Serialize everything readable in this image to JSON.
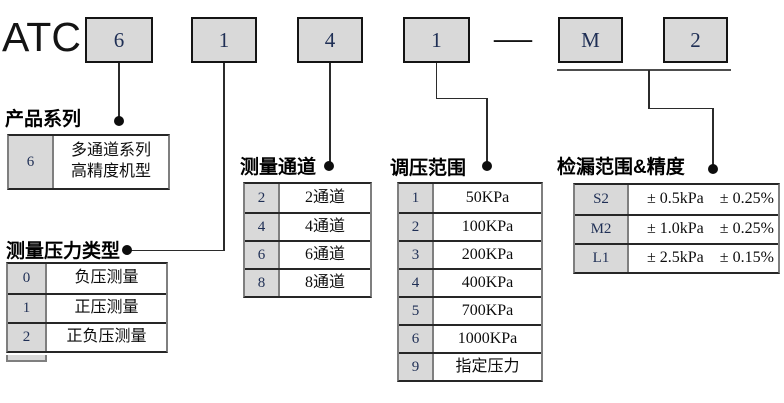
{
  "product_code": {
    "prefix": "ATC",
    "separator": "—",
    "boxes": [
      "6",
      "1",
      "4",
      "1",
      "M",
      "2"
    ]
  },
  "sections": [
    {
      "label": "产品系列",
      "rows": [
        {
          "key": "6",
          "value": "多通道系列\n高精度机型"
        }
      ]
    },
    {
      "label": "测量压力类型",
      "rows": [
        {
          "key": "0",
          "value": "负压测量"
        },
        {
          "key": "1",
          "value": "正压测量"
        },
        {
          "key": "2",
          "value": "正负压测量"
        }
      ]
    },
    {
      "label": "测量通道",
      "rows": [
        {
          "key": "2",
          "value": "2通道"
        },
        {
          "key": "4",
          "value": "4通道"
        },
        {
          "key": "6",
          "value": "6通道"
        },
        {
          "key": "8",
          "value": "8通道"
        }
      ]
    },
    {
      "label": "调压范围",
      "rows": [
        {
          "key": "1",
          "value": "50KPa"
        },
        {
          "key": "2",
          "value": "100KPa"
        },
        {
          "key": "3",
          "value": "200KPa"
        },
        {
          "key": "4",
          "value": "400KPa"
        },
        {
          "key": "5",
          "value": "700KPa"
        },
        {
          "key": "6",
          "value": "1000KPa"
        },
        {
          "key": "9",
          "value": "指定压力"
        }
      ]
    },
    {
      "label": "检漏范围&精度",
      "rows": [
        {
          "key": "S2",
          "value": "± 0.5kPa　± 0.25%"
        },
        {
          "key": "M2",
          "value": "± 1.0kPa　± 0.25%"
        },
        {
          "key": "L1",
          "value": "± 2.5kPa　± 0.15%"
        }
      ]
    }
  ],
  "colors": {
    "box_fill": "#d9d9d9",
    "digit_navy": "#1f2f55",
    "line": "#2b2b2b"
  }
}
